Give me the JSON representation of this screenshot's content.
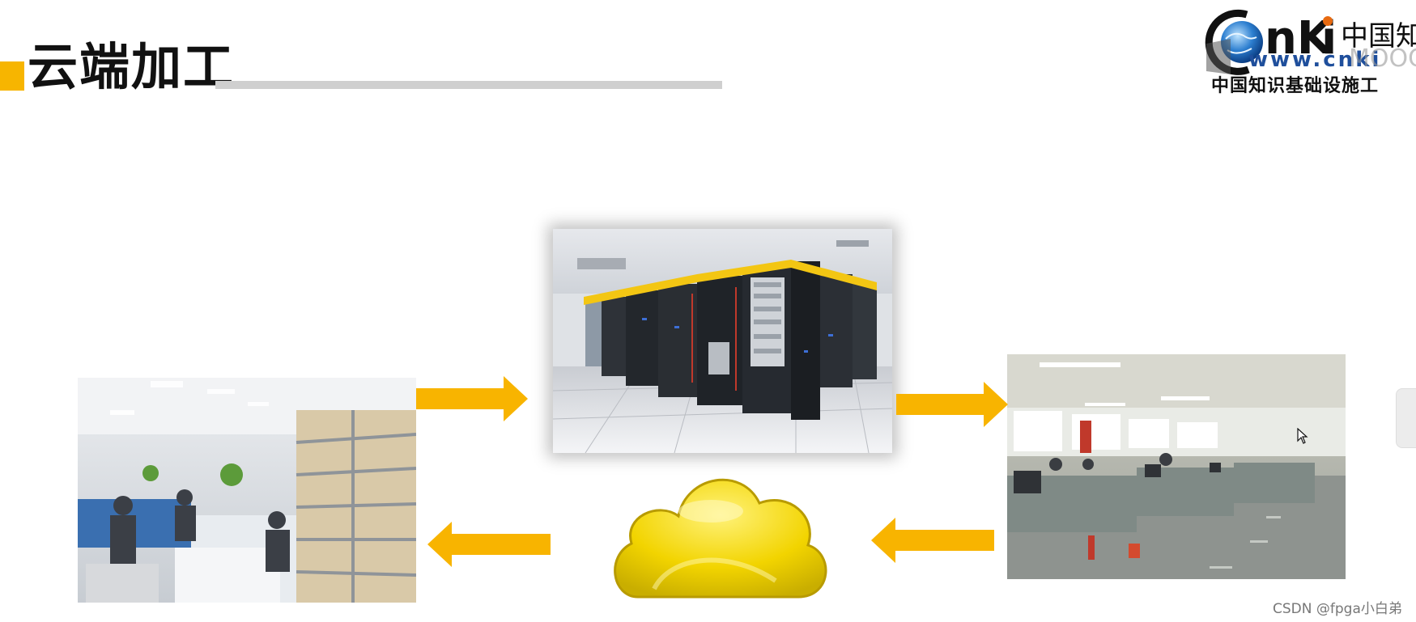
{
  "slide": {
    "title": "云端加工"
  },
  "logo": {
    "brand": "CNKI",
    "chinese_name": "中国知",
    "url_text": "www.cnki",
    "overlay_text": "MOOC",
    "subtitle": "中国知识基础设施工"
  },
  "images": {
    "server_room": "server-room-photo",
    "office_left": "archive-office-photo",
    "office_right": "open-office-photo",
    "cloud": "cloud-icon"
  },
  "colors": {
    "accent": "#f7b500",
    "arrow": "#f8b400",
    "cloud": "#f2d400",
    "rule": "#cfcfcf"
  },
  "watermark": "CSDN @fpga小白弟"
}
